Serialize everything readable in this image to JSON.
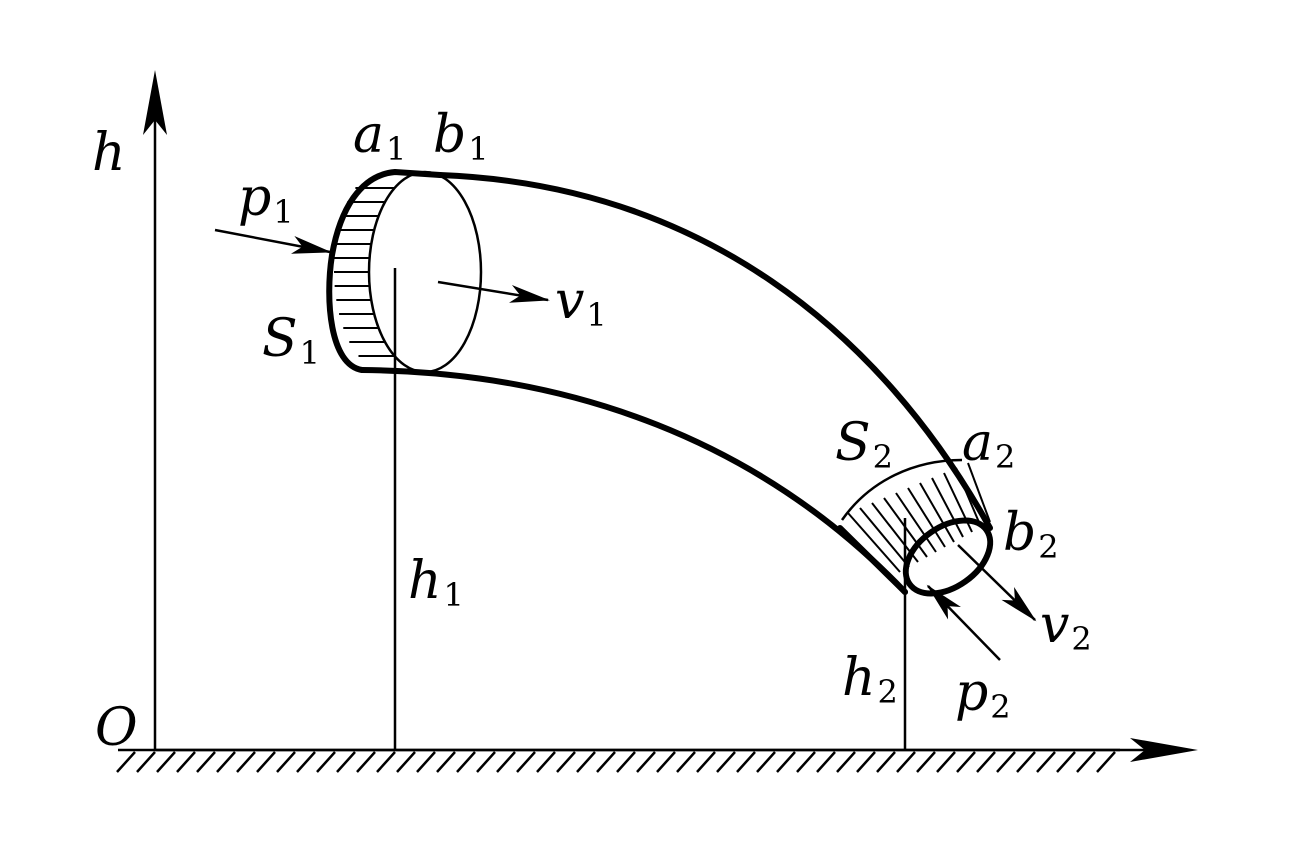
{
  "labels": {
    "h": {
      "main": "h"
    },
    "O": {
      "main": "O"
    },
    "a1": {
      "main": "a",
      "sub": "1"
    },
    "b1": {
      "main": "b",
      "sub": "1"
    },
    "p1": {
      "main": "p",
      "sub": "1"
    },
    "S1": {
      "main": "S",
      "sub": "1"
    },
    "v1": {
      "main": "v",
      "sub": "1"
    },
    "h1": {
      "main": "h",
      "sub": "1"
    },
    "S2": {
      "main": "S",
      "sub": "2"
    },
    "a2": {
      "main": "a",
      "sub": "2"
    },
    "b2": {
      "main": "b",
      "sub": "2"
    },
    "v2": {
      "main": "v",
      "sub": "2"
    },
    "h2": {
      "main": "h",
      "sub": "2"
    },
    "p2": {
      "main": "p",
      "sub": "2"
    }
  },
  "colors": {
    "ink": "#000000",
    "background": "#ffffff"
  }
}
